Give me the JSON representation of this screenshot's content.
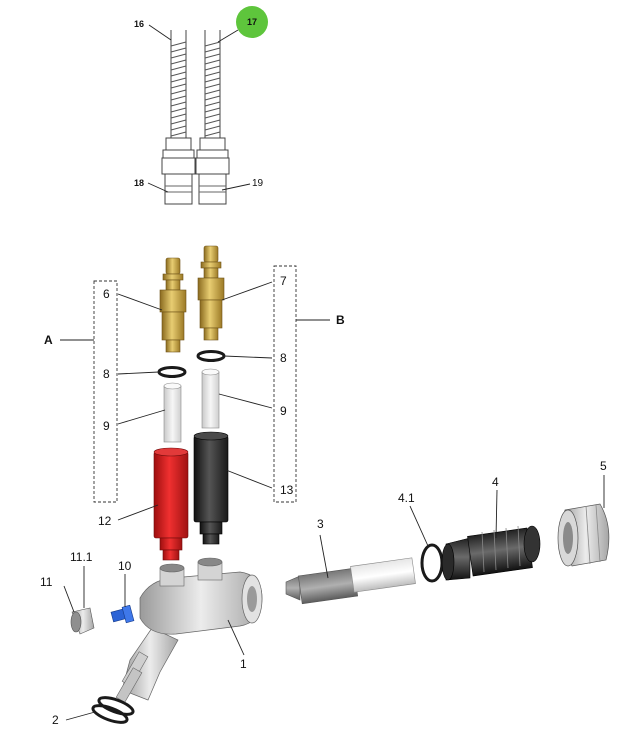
{
  "diagram": {
    "hose_labels": {
      "left_hose": "16",
      "right_hose": "17",
      "left_fitting": "18",
      "right_fitting": "19"
    },
    "group_labels": {
      "left_group": "A",
      "right_group": "B"
    },
    "part_labels": {
      "body": "1",
      "o_rings": "2",
      "nozzle_tube": "3",
      "sleeve": "4",
      "sleeve_oring": "4.1",
      "nut": "5",
      "left_coupling": "6",
      "right_coupling": "7",
      "left_oring": "8",
      "right_oring": "8",
      "left_insert": "9",
      "right_insert": "9",
      "plug": "10",
      "cap": "11",
      "cap_insert": "11.1",
      "red_sleeve": "12",
      "black_sleeve": "13"
    },
    "colors": {
      "highlight": "#5ec53c",
      "brass": "#c9a646",
      "red": "#d42020",
      "black": "#2a2a2a",
      "blue": "#2b63d6",
      "grey": "#b8b8b8"
    }
  }
}
